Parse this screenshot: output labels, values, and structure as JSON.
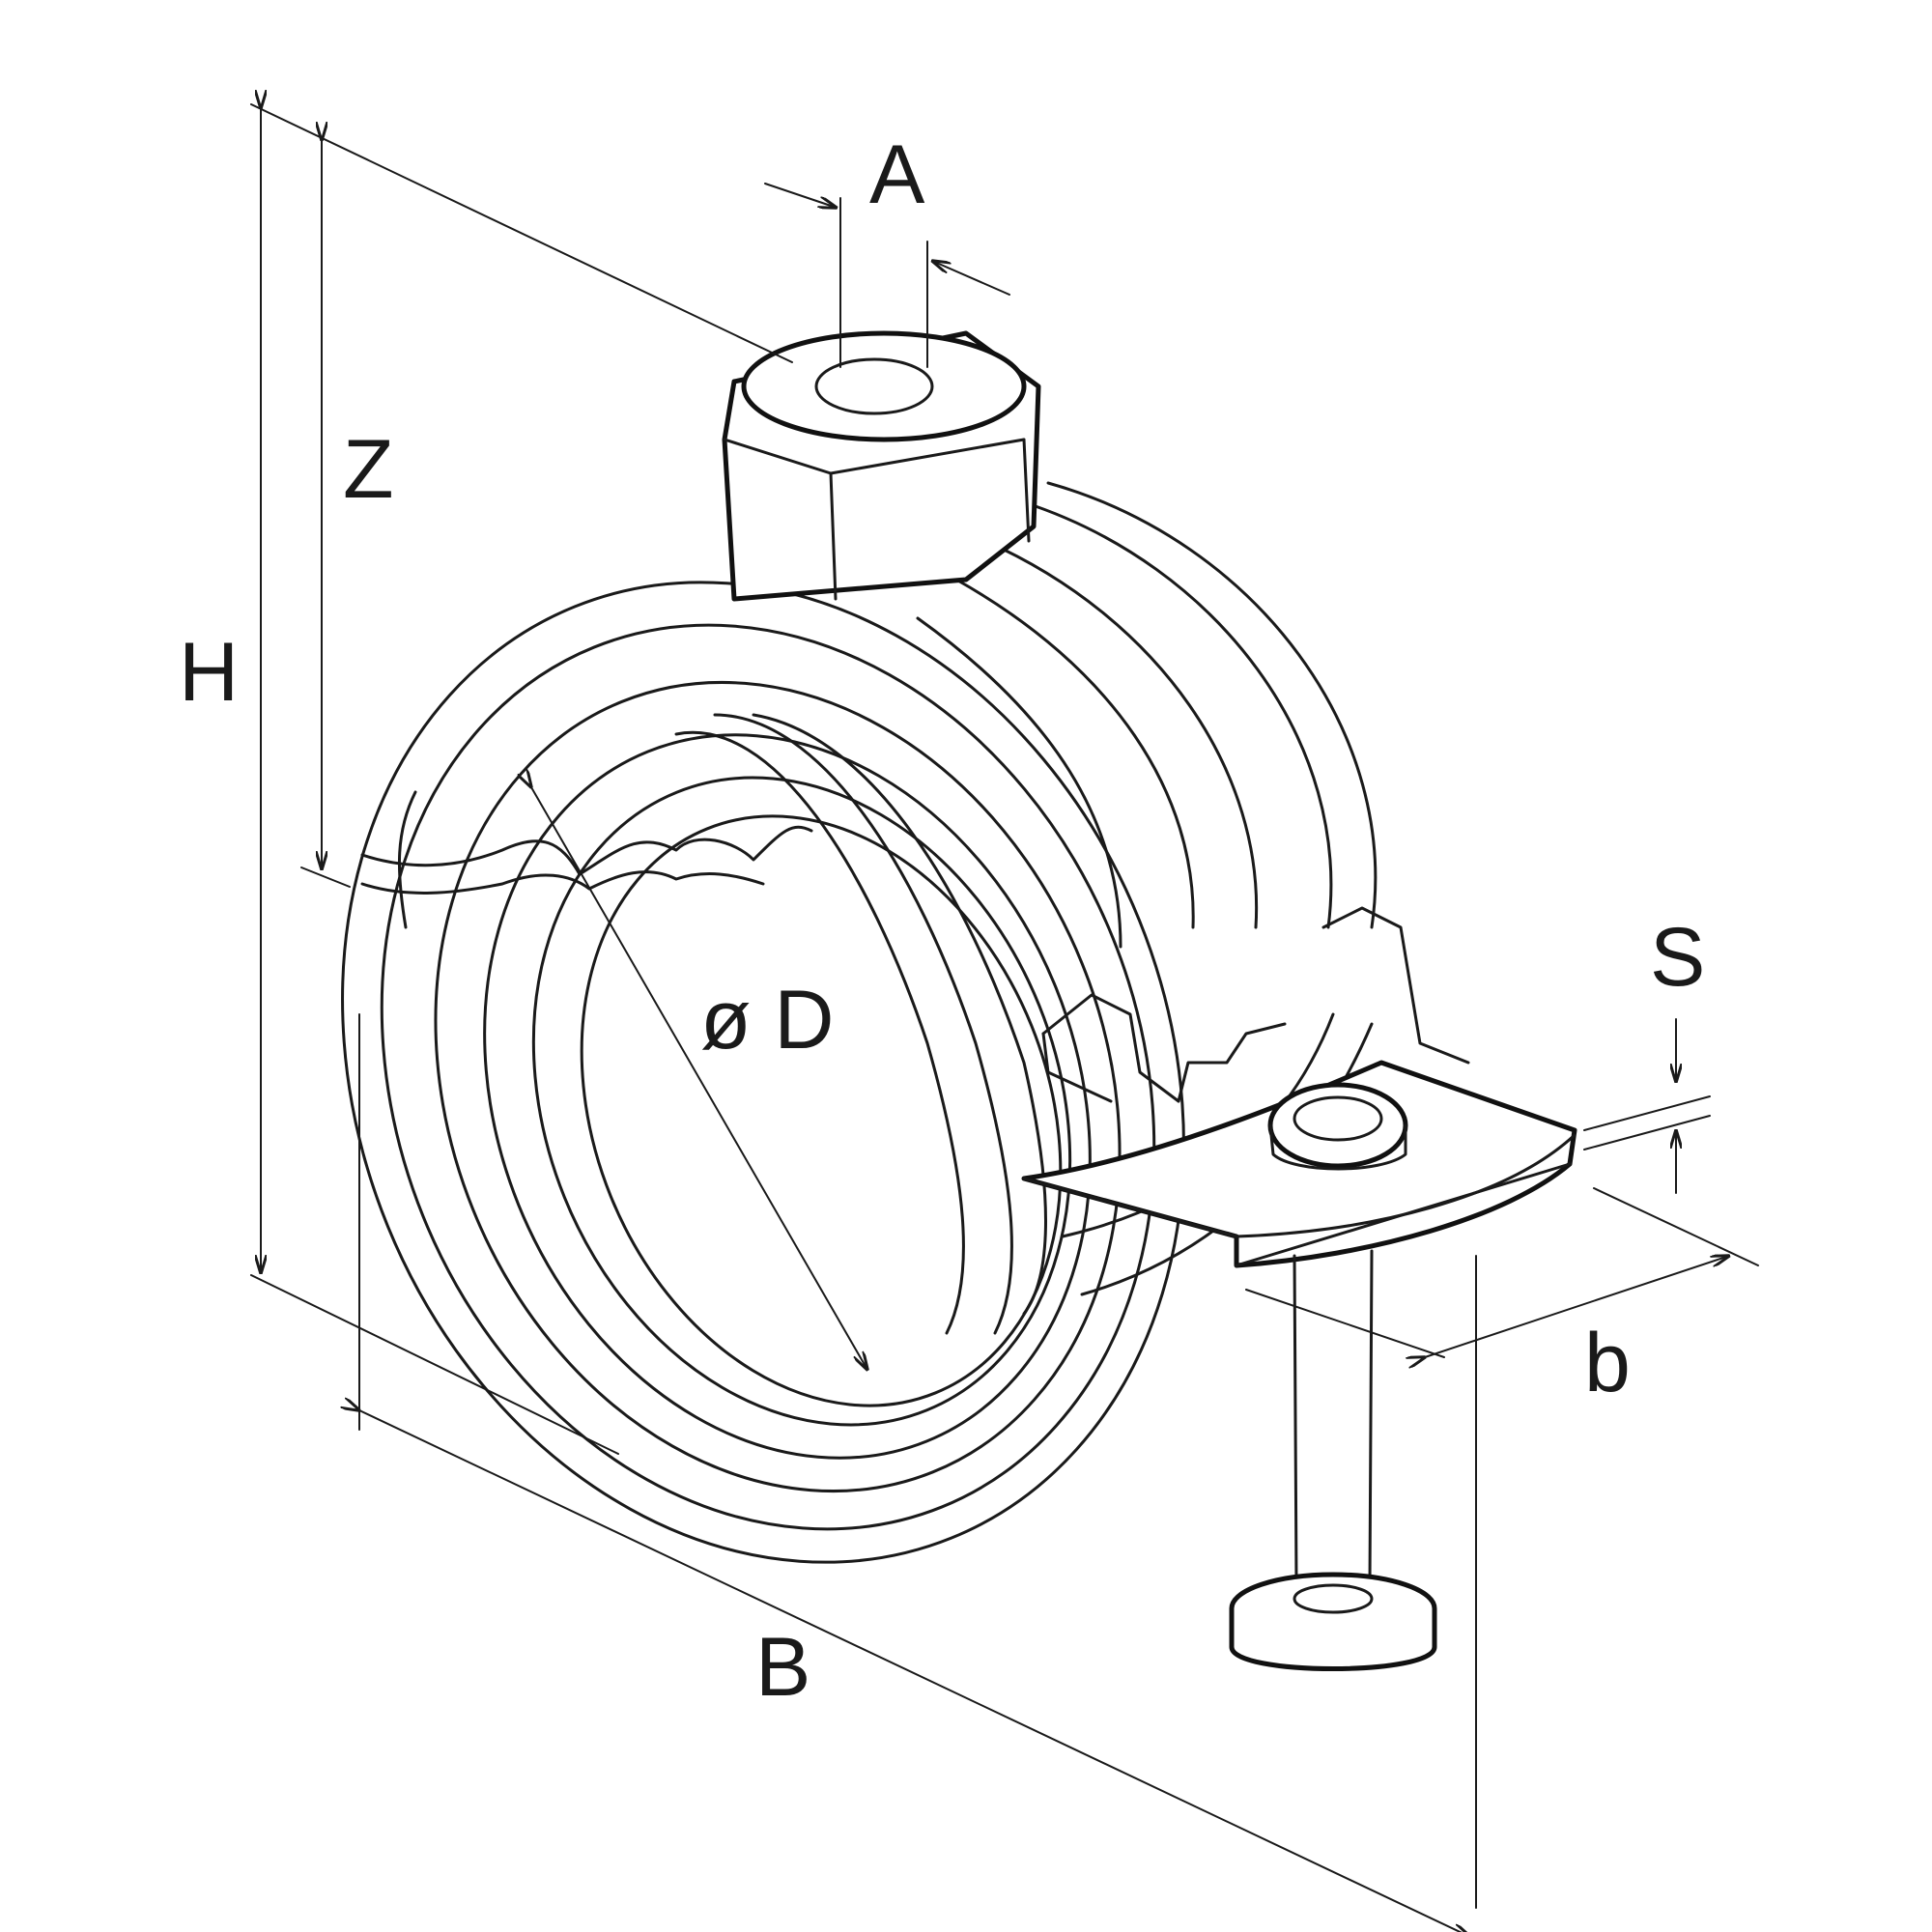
{
  "diagram": {
    "colors": {
      "line": "#1a1a1a",
      "background": "#ffffff"
    },
    "dimension_labels": {
      "A": "A",
      "Z": "Z",
      "H": "H",
      "D": "ø D",
      "S": "S",
      "b": "b",
      "B": "B"
    }
  }
}
